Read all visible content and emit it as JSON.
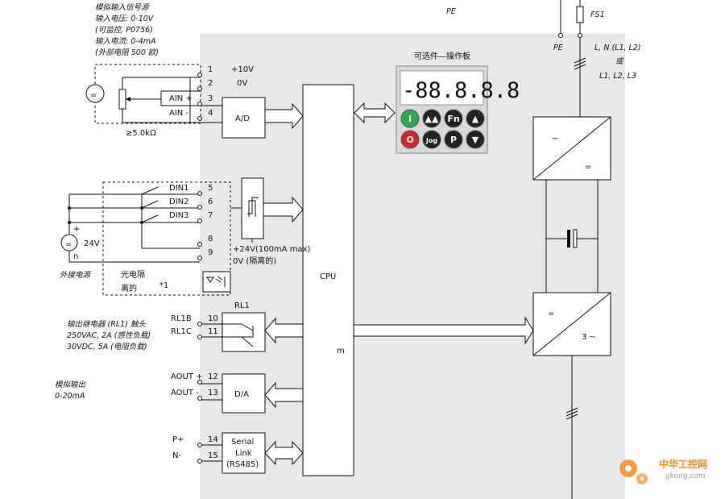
{
  "top": {
    "pe_label": "PE",
    "fs1": "FS1",
    "pe_right": "PE",
    "mains_line1": "L, N (L1, L2)",
    "mains_or": "或",
    "mains_line2": "L1, L2, L3"
  },
  "analog_input": {
    "title": "模拟输入信号源",
    "voltage": "输入电压: 0-10V",
    "monitor": "(可监控, P0756)",
    "current": "输入电流: 0-4mA",
    "resistor": "(外部电阻 500 欧)",
    "pot_value": "≥5.0kΩ",
    "source_symbol": "="
  },
  "terminals": [
    {
      "num": "1",
      "label": "+10V"
    },
    {
      "num": "2",
      "label": "0V"
    },
    {
      "num": "3",
      "label": "AIN +"
    },
    {
      "num": "4",
      "label": "AIN -"
    },
    {
      "num": "5",
      "label": "DIN1"
    },
    {
      "num": "6",
      "label": "DIN2"
    },
    {
      "num": "7",
      "label": "DIN3"
    },
    {
      "num": "8",
      "label": ""
    },
    {
      "num": "9",
      "label": ""
    },
    {
      "num": "10",
      "label": "RL1B"
    },
    {
      "num": "11",
      "label": "RL1C"
    },
    {
      "num": "12",
      "label": "AOUT +"
    },
    {
      "num": "13",
      "label": "AOUT -"
    },
    {
      "num": "14",
      "label": "P+"
    },
    {
      "num": "15",
      "label": "N-"
    }
  ],
  "blocks": {
    "ad": "A/D",
    "cpu": "CPU",
    "m": "m",
    "rl1": "RL1",
    "da": "D/A",
    "serial1": "Serial",
    "serial2": "Link",
    "serial3": "(RS485)",
    "rectifier_ac": "~",
    "rectifier_dc": "=",
    "inverter_dc": "=",
    "inverter_ac": "3 ~"
  },
  "panel": {
    "title": "可选件—操作板",
    "display": "-88.8.8.8",
    "buttons": [
      {
        "label": "I",
        "color": "#2fa84f"
      },
      {
        "label": "▲▲",
        "color": "#222222"
      },
      {
        "label": "Fn",
        "color": "#222222"
      },
      {
        "label": "▲",
        "color": "#222222"
      },
      {
        "label": "O",
        "color": "#d7262b"
      },
      {
        "label": "Jog",
        "color": "#222222"
      },
      {
        "label": "P",
        "color": "#222222"
      },
      {
        "label": "▼",
        "color": "#222222"
      }
    ]
  },
  "digital": {
    "supply_24v": "+24V(100mA max)",
    "zero_iso": "0V (隔离的)",
    "ext_supply": "外接电源",
    "ext_v": "24V",
    "opto1": "光电隔",
    "opto2": "离的",
    "note": "*1",
    "plus": "+",
    "minus": "n"
  },
  "relay": {
    "title": "输出继电器 (RL1) 触头",
    "rating1": "250VAC, 2A (感性负载)",
    "rating2": "30VDC, 5A (电阻负载)"
  },
  "analog_output": {
    "title": "模拟输出",
    "range": "0-20mA"
  },
  "watermark": {
    "name": "中华工控网",
    "url": "gkong.com"
  },
  "colors": {
    "panel_bg": "#e8e8e8",
    "green": "#2fa84f",
    "red": "#d7262b",
    "watermark": "#f28c1e"
  }
}
